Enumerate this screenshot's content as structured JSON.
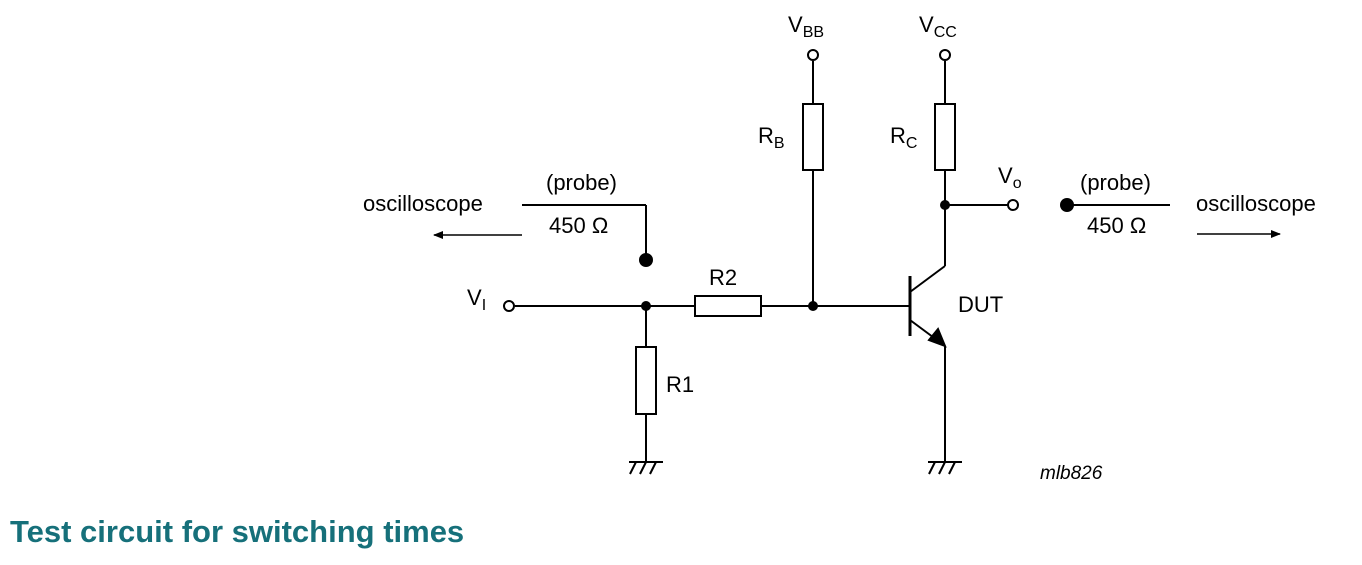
{
  "labels": {
    "vbb_main": "V",
    "vbb_sub": "BB",
    "vcc_main": "V",
    "vcc_sub": "CC",
    "rb_main": "R",
    "rb_sub": "B",
    "rc_main": "R",
    "rc_sub": "C",
    "vo_main": "V",
    "vo_sub": "o",
    "vi_main": "V",
    "vi_sub": "I",
    "r1": "R1",
    "r2": "R2",
    "dut": "DUT",
    "probe_left": "(probe)",
    "probe_right": "(probe)",
    "ohm_left": "450 Ω",
    "ohm_right": "450 Ω",
    "osc_left": "oscilloscope",
    "osc_right": "oscilloscope",
    "code": "mlb826"
  },
  "caption": "Test circuit for switching times",
  "colors": {
    "caption": "#16707a",
    "lines": "#000000"
  }
}
